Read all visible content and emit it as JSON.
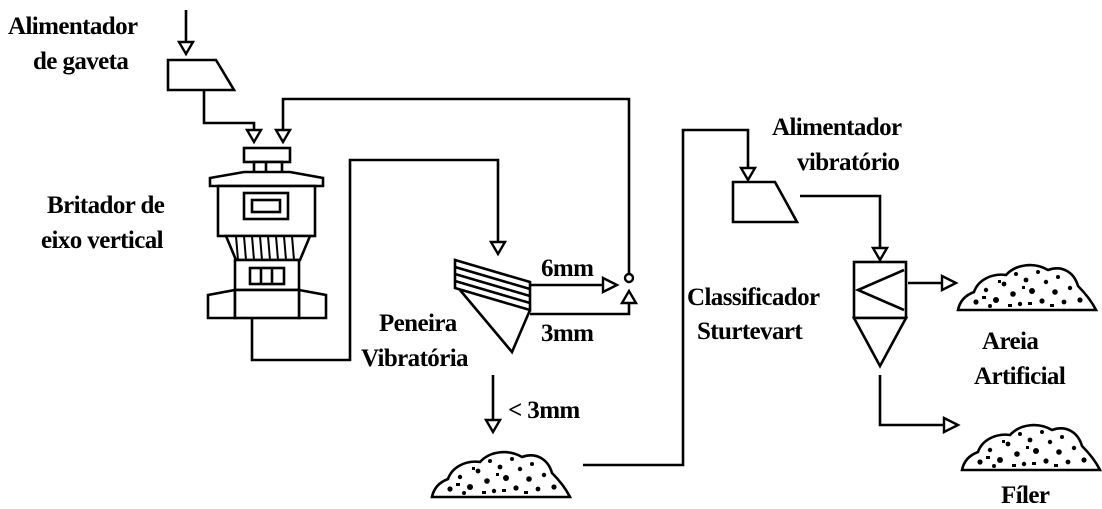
{
  "labels": {
    "feeder_drawer": [
      "Alimentador",
      "de gaveta"
    ],
    "vsi_crusher": [
      "Britador de",
      "eixo vertical"
    ],
    "screen": [
      "Peneira",
      "Vibratória"
    ],
    "screen_out_6mm": "6mm",
    "screen_out_3mm": "3mm",
    "screen_out_lt3mm": "< 3mm",
    "vibrating_feeder": [
      "Alimentador",
      "vibratório"
    ],
    "classifier": [
      "Classificador",
      "Sturtevart"
    ],
    "product_sand": [
      "Areia",
      "Artificial"
    ],
    "product_filler": "Fíler"
  }
}
